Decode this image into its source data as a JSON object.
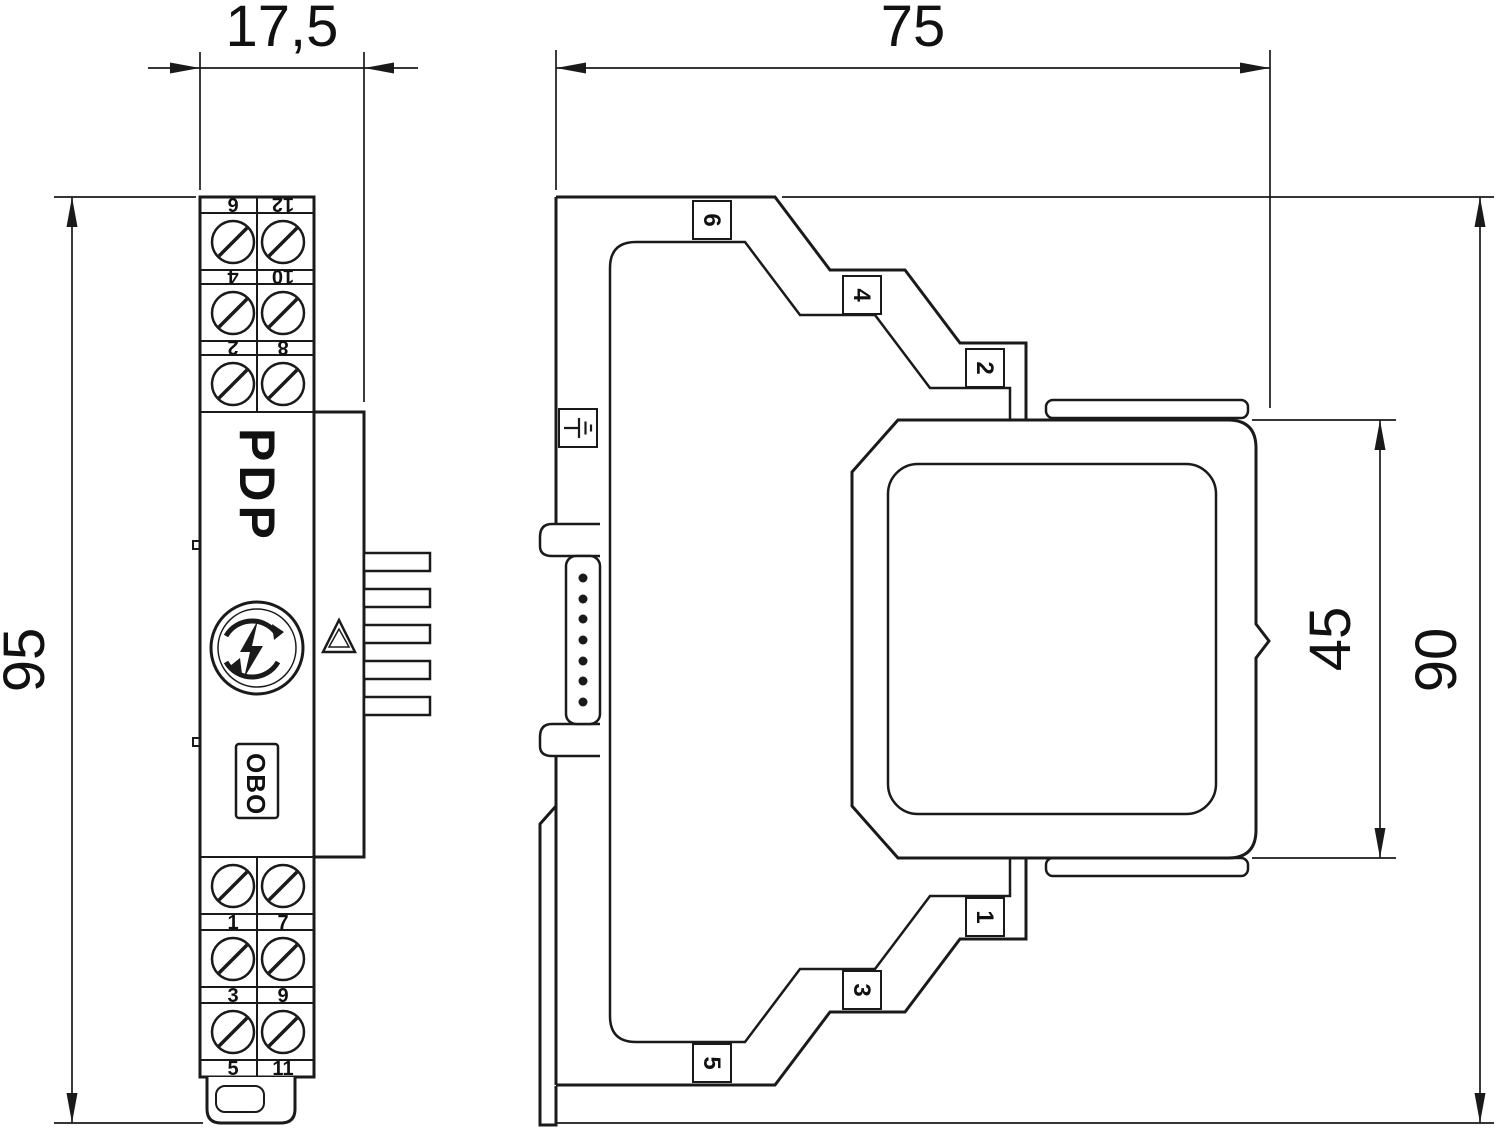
{
  "dimensions": {
    "front_width": "17,5",
    "front_height": "95",
    "side_width": "75",
    "side_height": "90",
    "plug_height": "45"
  },
  "front_view": {
    "product": "PDP",
    "brand": "OBO",
    "top_terminals": [
      "6",
      "12",
      "4",
      "10",
      "2",
      "8"
    ],
    "bottom_terminals": [
      "1",
      "7",
      "3",
      "9",
      "5",
      "11"
    ]
  },
  "side_view": {
    "top_labels": [
      "6",
      "4",
      "2"
    ],
    "bottom_labels": [
      "1",
      "3",
      "5"
    ]
  }
}
